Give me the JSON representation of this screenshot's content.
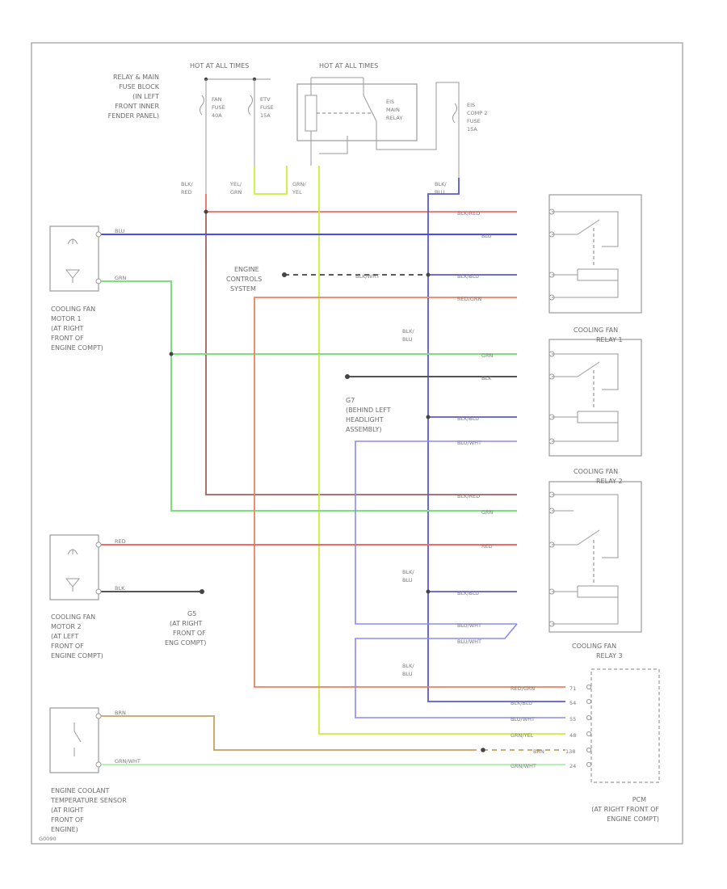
{
  "labels": {
    "relay_block": [
      "RELAY & MAIN",
      "FUSE BLOCK",
      "(IN LEFT",
      "FRONT INNER",
      "FENDER PANEL)"
    ],
    "hot_at_all_times_1": "HOT AT ALL TIMES",
    "hot_at_all_times_2": "HOT AT ALL TIMES",
    "fan_fuse": [
      "FAN",
      "FUSE",
      "40A"
    ],
    "etv_fuse": [
      "ETV",
      "FUSE",
      "15A"
    ],
    "eis_relay": [
      "EIS",
      "MAIN",
      "RELAY"
    ],
    "eis_fuse": [
      "EIS",
      "COMP 2",
      "FUSE",
      "15A"
    ],
    "engine_controls": [
      "ENGINE",
      "CONTROLS",
      "SYSTEM"
    ],
    "motor1": [
      "COOLING FAN",
      "MOTOR 1",
      "(AT RIGHT",
      "FRONT OF",
      "ENGINE COMPT)"
    ],
    "motor2": [
      "COOLING FAN",
      "MOTOR 2",
      "(AT LEFT",
      "FRONT OF",
      "ENGINE COMPT)"
    ],
    "relay1": [
      "COOLING FAN",
      "RELAY 1"
    ],
    "relay2": [
      "COOLING FAN",
      "RELAY 2"
    ],
    "relay3": [
      "COOLING FAN",
      "RELAY 3"
    ],
    "ground_g7": [
      "G7",
      "(BEHIND LEFT",
      "HEADLIGHT",
      "ASSEMBLY)"
    ],
    "ground_g5": [
      "G5",
      "(AT RIGHT",
      "FRONT OF",
      "ENG COMPT)"
    ],
    "ect_sensor": [
      "ENGINE COOLANT",
      "TEMPERATURE SENSOR",
      "(AT RIGHT",
      "FRONT OF",
      "ENGINE)"
    ],
    "pcm": [
      "PCM",
      "(AT RIGHT FRONT OF",
      "ENGINE COMPT)"
    ],
    "footer_code": "G0090"
  },
  "wires": {
    "blk_red": [
      "BLK/",
      "RED"
    ],
    "yel_grn": [
      "YEL/",
      "GRN"
    ],
    "grn_yel": [
      "GRN/",
      "YEL"
    ],
    "blk_blu_top": [
      "BLK/",
      "BLU"
    ],
    "blk_blu_mid": [
      "BLK/",
      "BLU"
    ],
    "blk_blu_low": [
      "BLK/",
      "BLU"
    ],
    "blk_blu_pcm": [
      "BLK/",
      "BLU"
    ],
    "r_blk_red_1": "BLK/RED",
    "r_blu_1": "BLU",
    "r_blk_blu_1": "BLK/BLU",
    "r_blk_wht_eng": "BLK/WHT",
    "r_red_grn_1": "RED/GRN",
    "motor1_blu": "BLU",
    "motor1_grn": "GRN",
    "r_grn_2": "GRN",
    "r_blk_2": "BLK",
    "r_blk_blu_2": "BLK/BLU",
    "r_blu_wht_2": "BLU/WHT",
    "r_blk_red_3": "BLK/RED",
    "r_grn_3": "GRN",
    "motor2_red": "RED",
    "r_red_3": "RED",
    "motor2_blk": "BLK",
    "r_blk_blu_3": "BLK/BLU",
    "r_blu_wht_3a": "BLU/WHT",
    "r_blu_wht_3b": "BLU/WHT",
    "p_red_grn": "RED/GRN",
    "p_blk_blu": "BLK/BLU",
    "p_blu_wht": "BLU/WHT",
    "p_grn_yel": "GRN/YEL",
    "p_brn": "BRN",
    "p_grn_wht": "GRN/WHT",
    "ect_brn": "BRN",
    "ect_grn_wht": "GRN/WHT"
  },
  "pcm_pins": [
    "71",
    "54",
    "55",
    "48",
    "138",
    "24"
  ],
  "colors": {
    "black": "#3a3a3a",
    "red": "#f26a6a",
    "blue": "#4a4af0",
    "green": "#7ce07c",
    "yellow_green": "#c8f03a",
    "orange": "#f08060",
    "brown": "#c8a060",
    "light_blue": "#8c8cf0",
    "light_green": "#a0e8a0",
    "dark_red": "#a06060"
  }
}
